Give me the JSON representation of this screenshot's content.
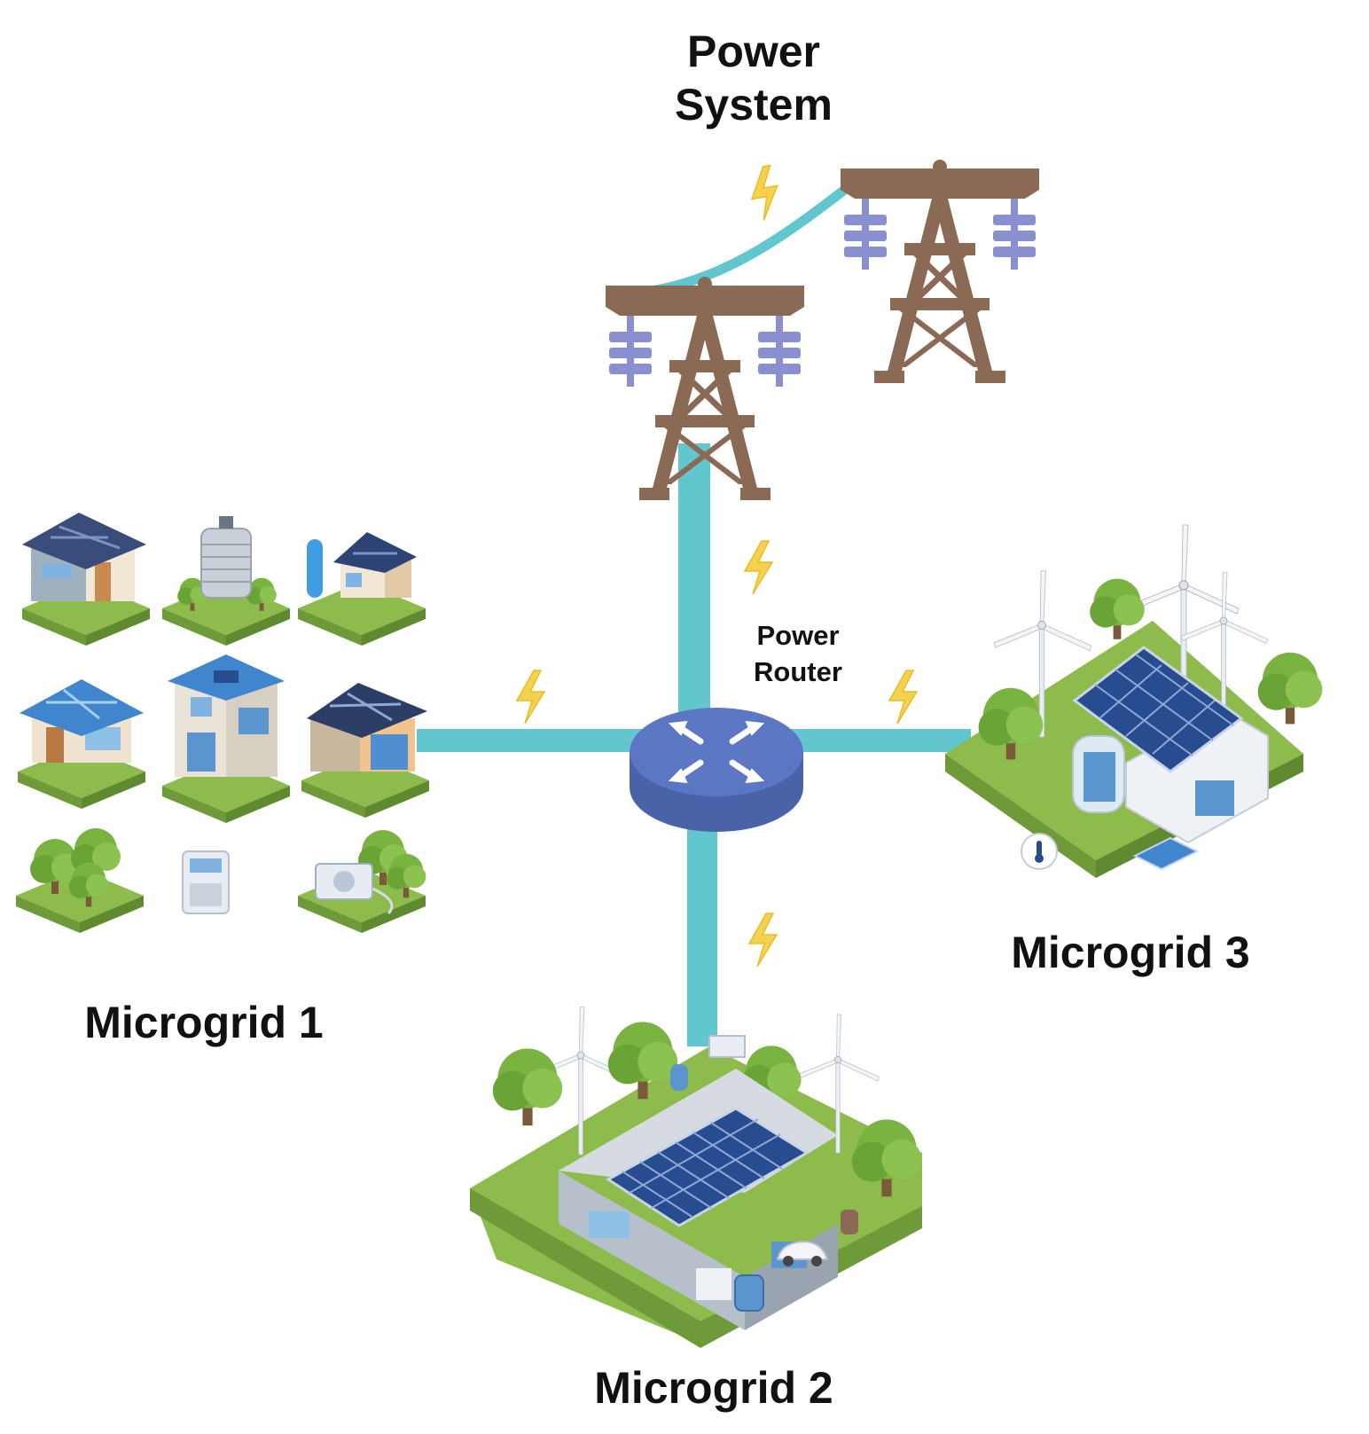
{
  "diagram": {
    "power_system": {
      "title_line1": "Power",
      "title_line2": "System"
    },
    "router": {
      "line1": "Power",
      "line2": "Router"
    },
    "microgrids": [
      {
        "label": "Microgrid 1"
      },
      {
        "label": "Microgrid 2"
      },
      {
        "label": "Microgrid 3"
      }
    ]
  },
  "colors": {
    "line": "#62c6cf",
    "tower": "#8b6a55",
    "insulator": "#8a8fd0",
    "bolt": "#f5d24e",
    "router_top": "#5b76c2",
    "router_side": "#4a62a8",
    "grass": "#8dbb4c",
    "solar": "#274c8f"
  },
  "icons": [
    "power-tower-icon",
    "lightning-bolt-icon",
    "router-icon",
    "house-icon",
    "battery-icon",
    "tree-icon",
    "wind-turbine-icon",
    "solar-panel-icon",
    "ev-car-icon",
    "thermometer-icon",
    "heat-pump-icon"
  ]
}
